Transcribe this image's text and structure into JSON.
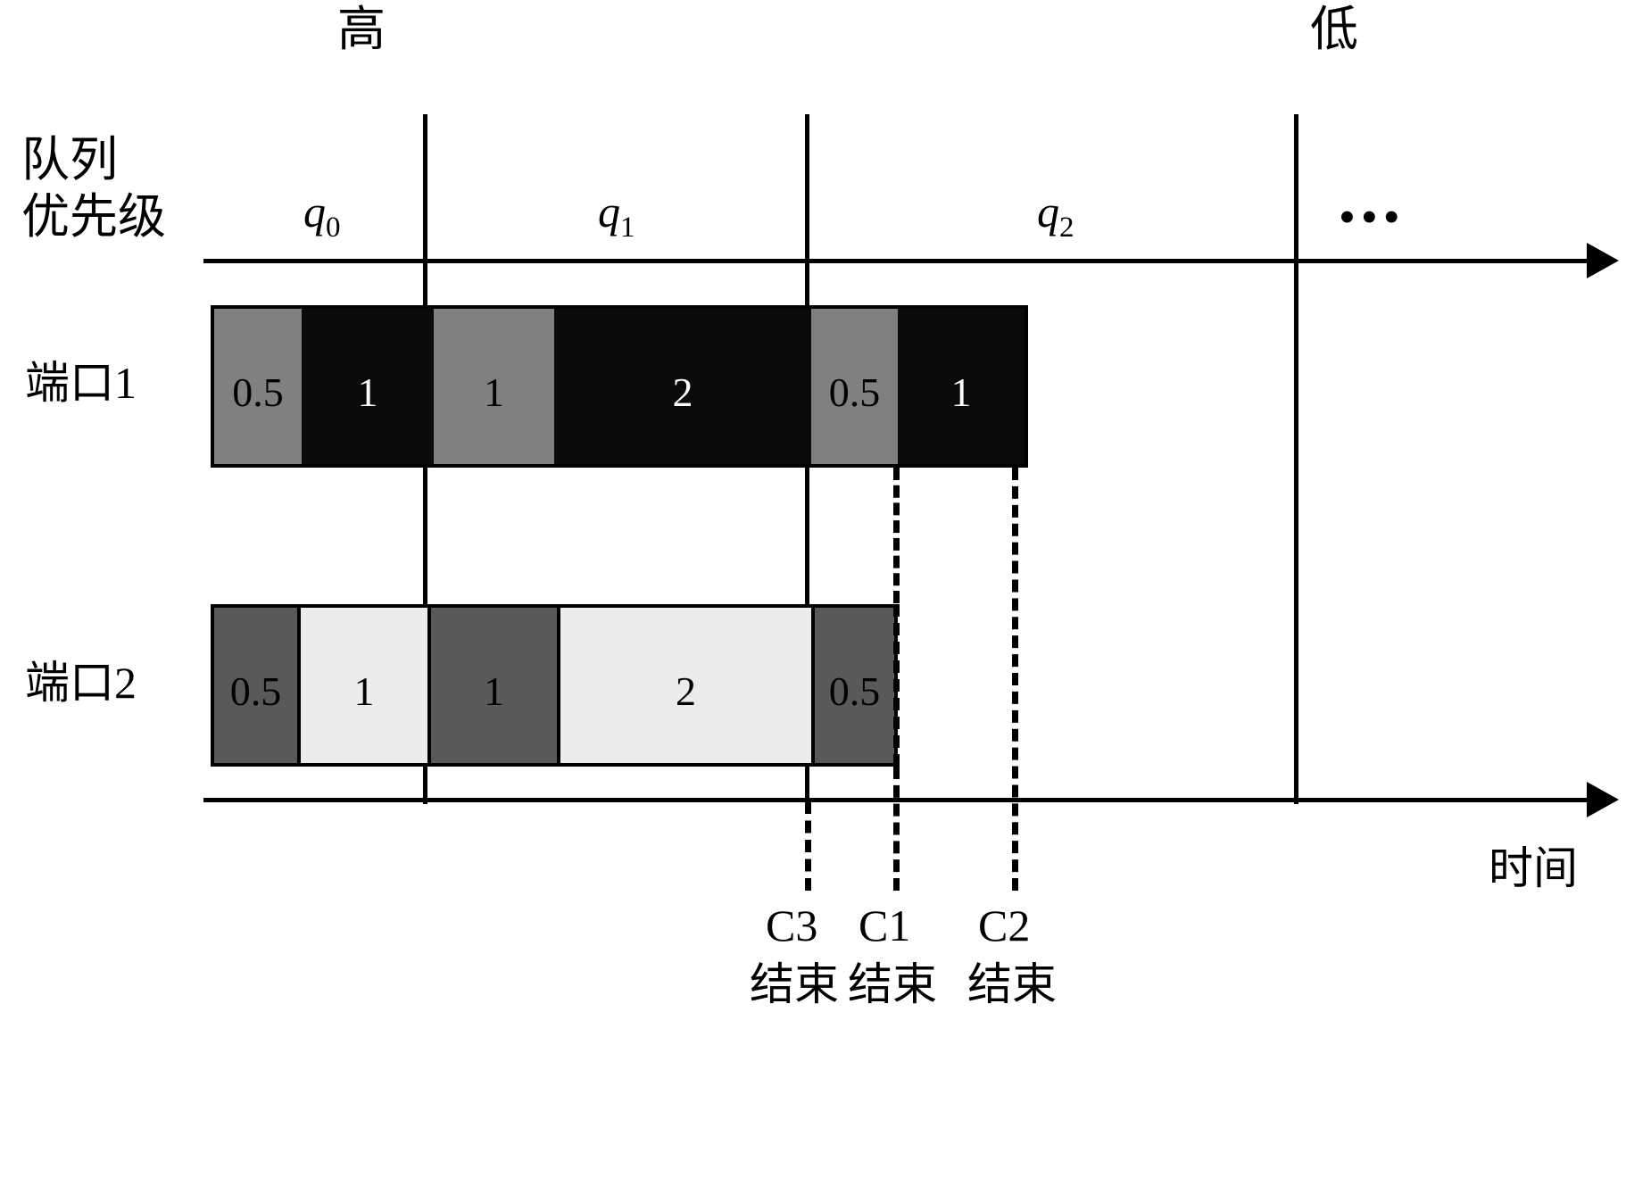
{
  "diagram": {
    "title_axis_left_label": "队列\n优先级",
    "priority_label_line1": "队列",
    "priority_label_line2": "优先级",
    "high_label": "高",
    "low_label": "低",
    "time_label": "时间",
    "ellipsis": "•••",
    "queues": [
      {
        "id": "q0",
        "base": "q",
        "sub": "0"
      },
      {
        "id": "q1",
        "base": "q",
        "sub": "1"
      },
      {
        "id": "q2",
        "base": "q",
        "sub": "2"
      }
    ],
    "rows": [
      {
        "name": "端口1",
        "segments": [
          {
            "value": "0.5",
            "style": "midgray"
          },
          {
            "value": "1",
            "style": "black"
          },
          {
            "value": "1",
            "style": "midgray"
          },
          {
            "value": "2",
            "style": "black"
          },
          {
            "value": "0.5",
            "style": "midgray"
          },
          {
            "value": "1",
            "style": "black"
          }
        ]
      },
      {
        "name": "端口2",
        "segments": [
          {
            "value": "0.5",
            "style": "darkgray"
          },
          {
            "value": "1",
            "style": "light"
          },
          {
            "value": "1",
            "style": "darkgray"
          },
          {
            "value": "2",
            "style": "light"
          },
          {
            "value": "0.5",
            "style": "darkgray"
          }
        ]
      }
    ],
    "completions": [
      {
        "id": "C3",
        "suffix": "结束"
      },
      {
        "id": "C1",
        "suffix": "结束"
      },
      {
        "id": "C2",
        "suffix": "结束"
      }
    ],
    "colors": {
      "line": "#000000",
      "mid_gray": "#808080",
      "dark_gray": "#595959",
      "black_block": "#0a0a0a",
      "light_block": "#ececec",
      "background": "#ffffff"
    }
  }
}
